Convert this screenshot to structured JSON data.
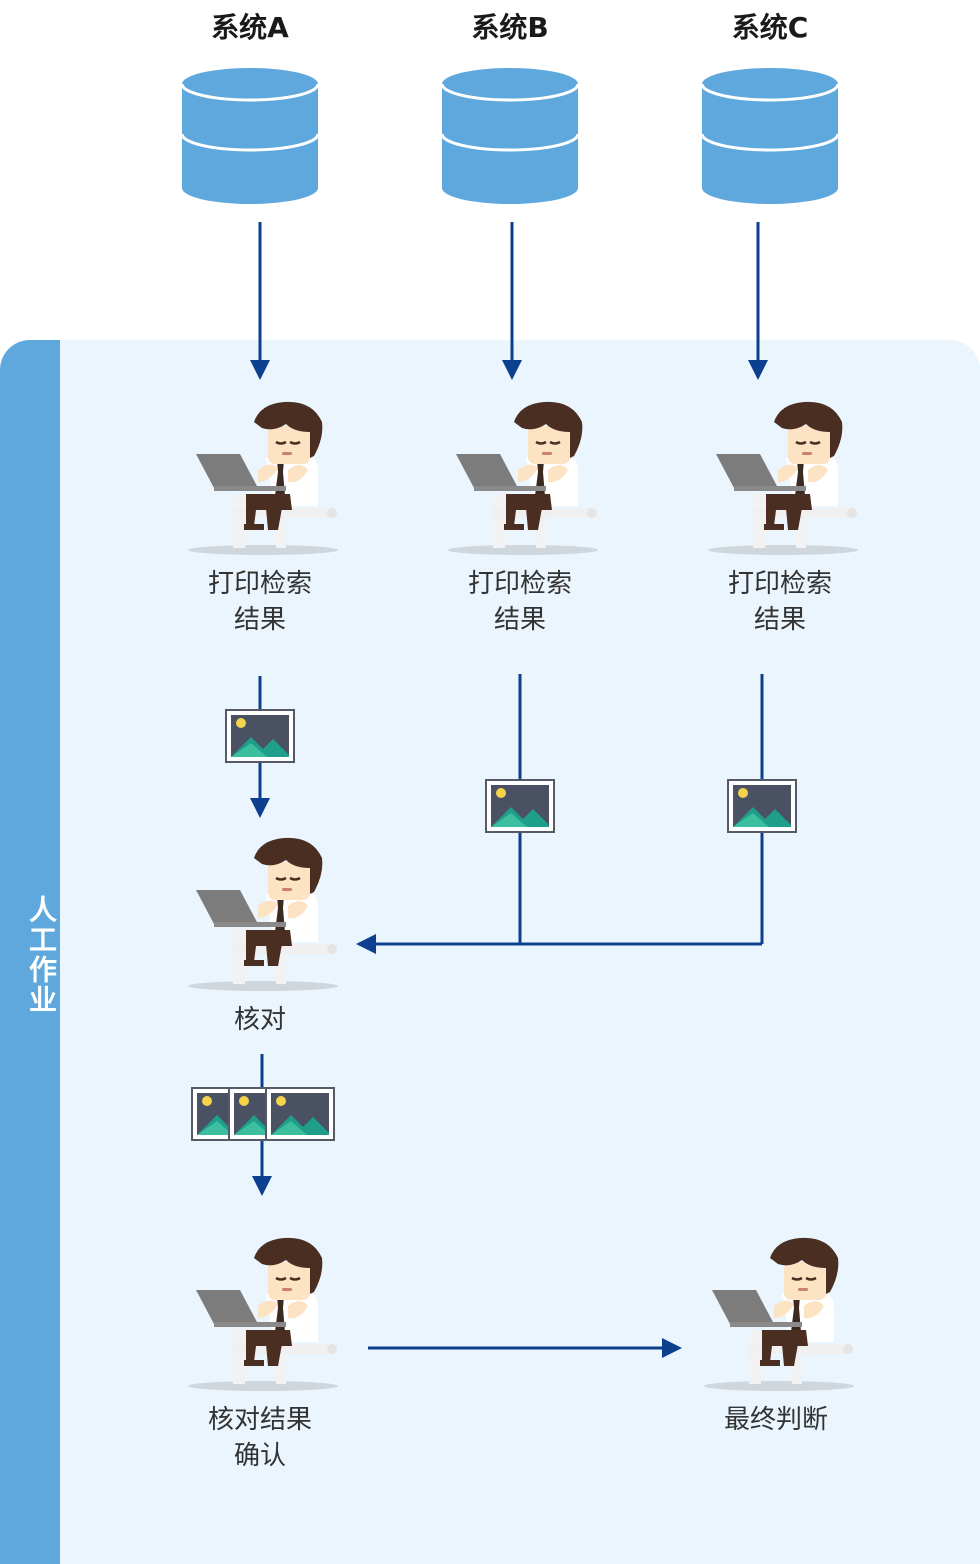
{
  "sidebar": {
    "label": "人工作业"
  },
  "systems": [
    {
      "name": "系统A"
    },
    {
      "name": "系统B"
    },
    {
      "name": "系统C"
    }
  ],
  "tasks": {
    "print_a": "打印检索\n结果",
    "print_b": "打印检索\n结果",
    "print_c": "打印检索\n结果",
    "verify": "核对",
    "confirm": "核对结果\n确认",
    "final": "最终判断"
  },
  "colors": {
    "database": "#5fa8dd",
    "arrow": "#0d3f8f",
    "panel": "#eaf5fd",
    "sidebar": "#5fa8dd"
  },
  "icons": {
    "database": "database-icon",
    "worker": "worker-laptop-icon",
    "document": "image-document-icon"
  }
}
